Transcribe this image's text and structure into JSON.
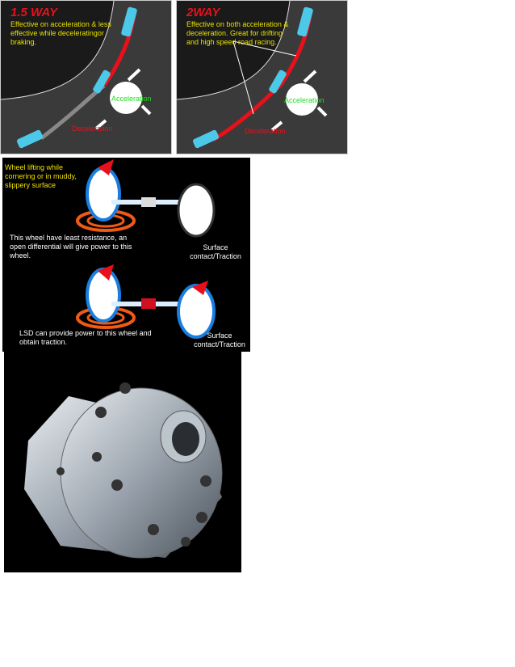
{
  "way15": {
    "title": "1.5 WAY",
    "description": "Effective on acceleration & less effective while deceleratingor braking.",
    "acceleration": "Acceleration",
    "deceleration": "Deceleration"
  },
  "way2": {
    "title": "2WAY",
    "description": "Effective on both acceleration & deceleration. Great for drifting and high speed road racing.",
    "acceleration": "Acceleration",
    "deceleration": "Deceleration"
  },
  "wheels": {
    "lifting": "Wheel lifting while cornering or in muddy, slippery surface",
    "open_diff": "This wheel have least resistance, an open differential will give power to this wheel.",
    "surface1": "Surface contact/Traction",
    "lsd": "LSD can provide power to this wheel and obtain traction.",
    "surface2": "Surface contact/Traction"
  }
}
